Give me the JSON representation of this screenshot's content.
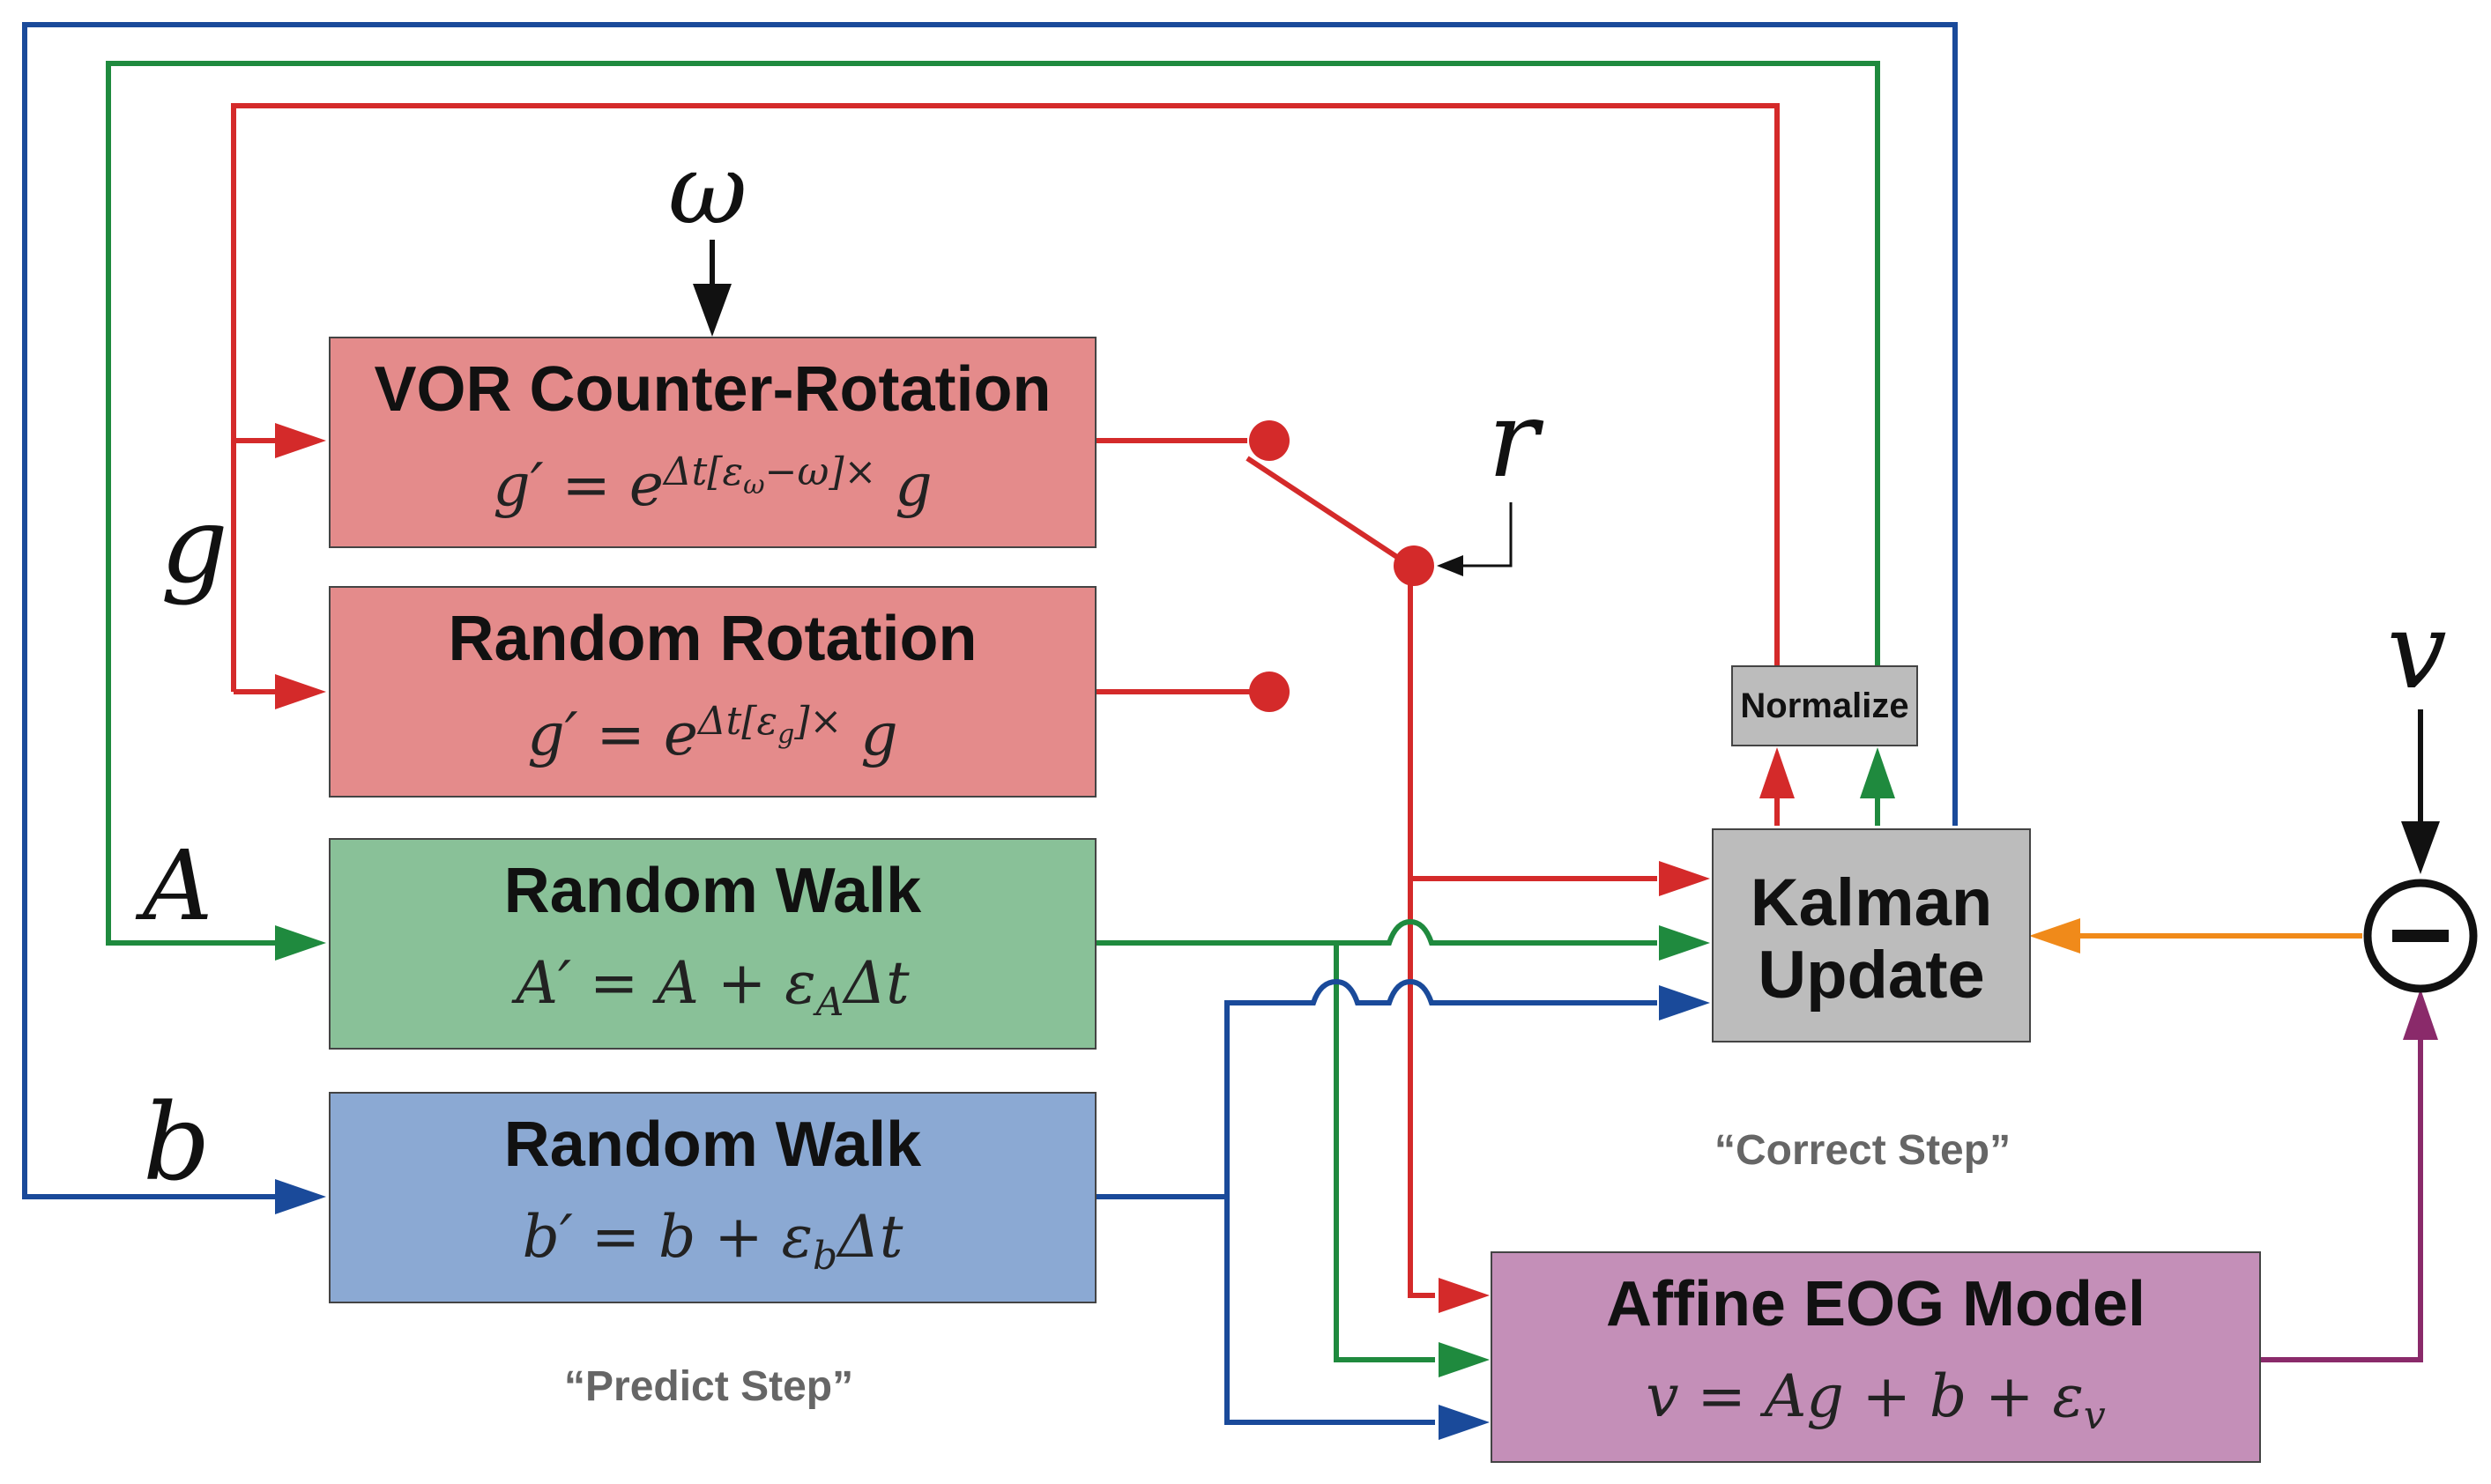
{
  "colors": {
    "g_path": "#d42a2a",
    "A_path": "#1f8a3e",
    "b_path": "#1a4a9a",
    "measurement": "#f08a1a",
    "model_out": "#8a2a6a",
    "input": "#111111"
  },
  "inputs": {
    "omega": "ω",
    "g": "g",
    "A": "A",
    "b": "b",
    "r": "r",
    "v": "v"
  },
  "blocks": {
    "vor": {
      "title": "VOR Counter-Rotation",
      "eq_lhs": "g′ = e",
      "eq_sup": "Δt[ε",
      "eq_sup_sub": "ω",
      "eq_sup_tail": "−ω]",
      "eq_cross": "×",
      "eq_tail": " g"
    },
    "random_rotation": {
      "title": "Random Rotation",
      "eq_lhs": "g′ = e",
      "eq_sup": "Δt[ε",
      "eq_sup_sub": "g",
      "eq_sup_tail": "]",
      "eq_cross": "×",
      "eq_tail": " g"
    },
    "walk_A": {
      "title": "Random Walk",
      "eq_lhs": "A′ = A + ε",
      "eq_sub": "A",
      "eq_tail": "Δt"
    },
    "walk_b": {
      "title": "Random Walk",
      "eq_lhs": "b′ = b + ε",
      "eq_sub": "b",
      "eq_tail": "Δt"
    },
    "eog": {
      "title": "Affine EOG Model",
      "eq_lhs": "v = Ag + b + ε",
      "eq_sub": "v"
    },
    "kalman": {
      "title": "Kalman Update"
    },
    "normalize": {
      "label": "Normalize"
    }
  },
  "operator": {
    "symbol": "−"
  },
  "steps": {
    "predict": "“Predict Step”",
    "correct": "“Correct Step”"
  }
}
